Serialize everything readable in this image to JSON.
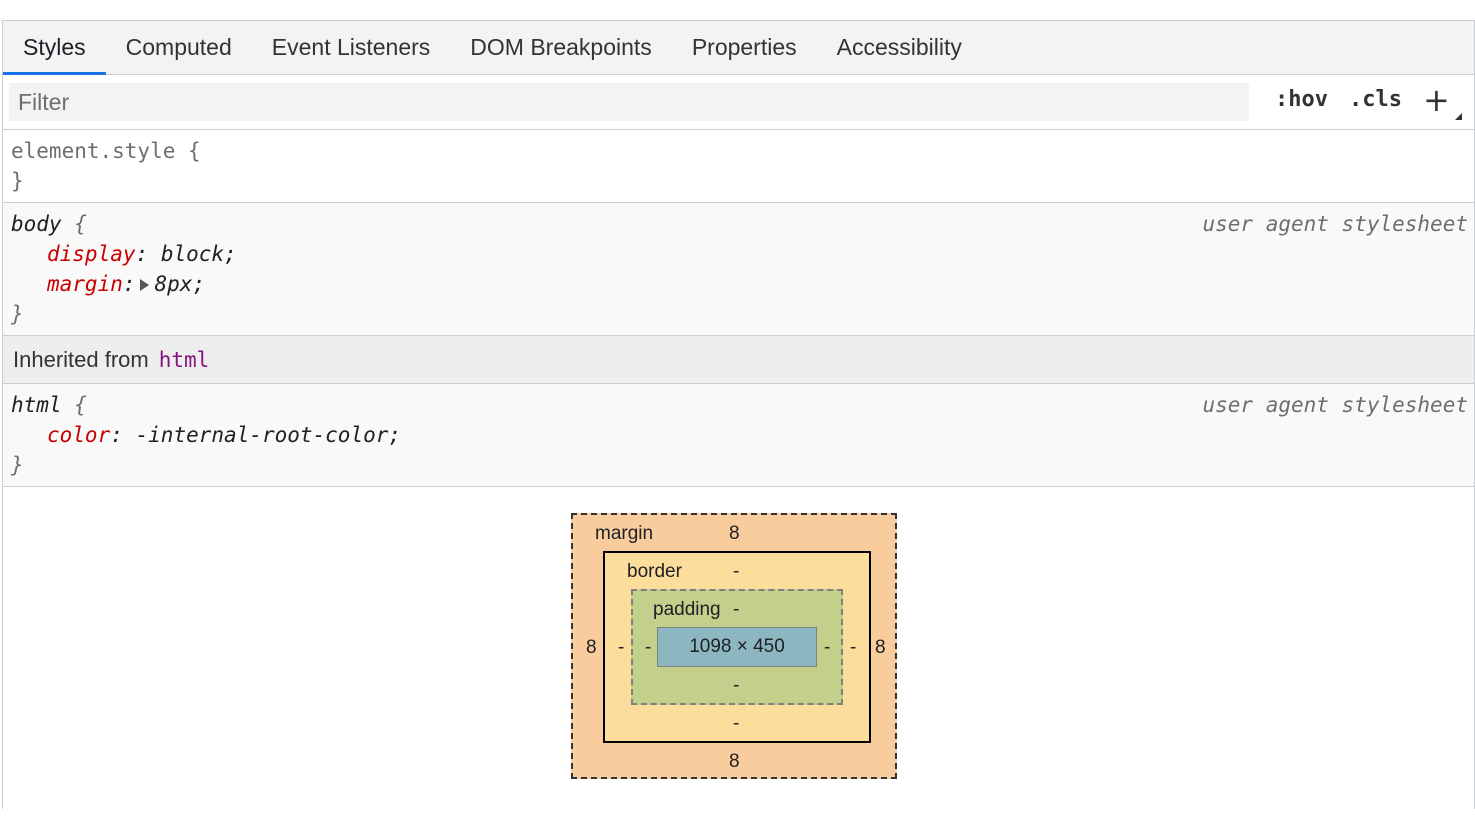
{
  "tabs": [
    {
      "label": "Styles"
    },
    {
      "label": "Computed"
    },
    {
      "label": "Event Listeners"
    },
    {
      "label": "DOM Breakpoints"
    },
    {
      "label": "Properties"
    },
    {
      "label": "Accessibility"
    }
  ],
  "toolbar": {
    "filter_placeholder": "Filter",
    "hov_label": ":hov",
    "cls_label": ".cls",
    "plus_label": "+"
  },
  "rules": {
    "element_style": {
      "selector": "element.style",
      "open": "{",
      "close": "}"
    },
    "body": {
      "selector": "body",
      "open": "{",
      "close": "}",
      "origin": "user agent stylesheet",
      "decl1_prop": "display",
      "decl1_val": "block",
      "decl2_prop": "margin",
      "decl2_val": "8px"
    },
    "inherited_label": "Inherited from",
    "inherited_tag": "html",
    "html": {
      "selector": "html",
      "open": "{",
      "close": "}",
      "origin": "user agent stylesheet",
      "decl1_prop": "color",
      "decl1_val": "-internal-root-color"
    }
  },
  "box_model": {
    "margin_label": "margin",
    "margin_top": "8",
    "margin_right": "8",
    "margin_bottom": "8",
    "margin_left": "8",
    "border_label": "border",
    "border_top": "-",
    "border_right": "-",
    "border_bottom": "-",
    "border_left": "-",
    "padding_label": "padding",
    "padding_top": "-",
    "padding_right": "-",
    "padding_bottom": "-",
    "padding_left": "-",
    "content": "1098 × 450"
  }
}
